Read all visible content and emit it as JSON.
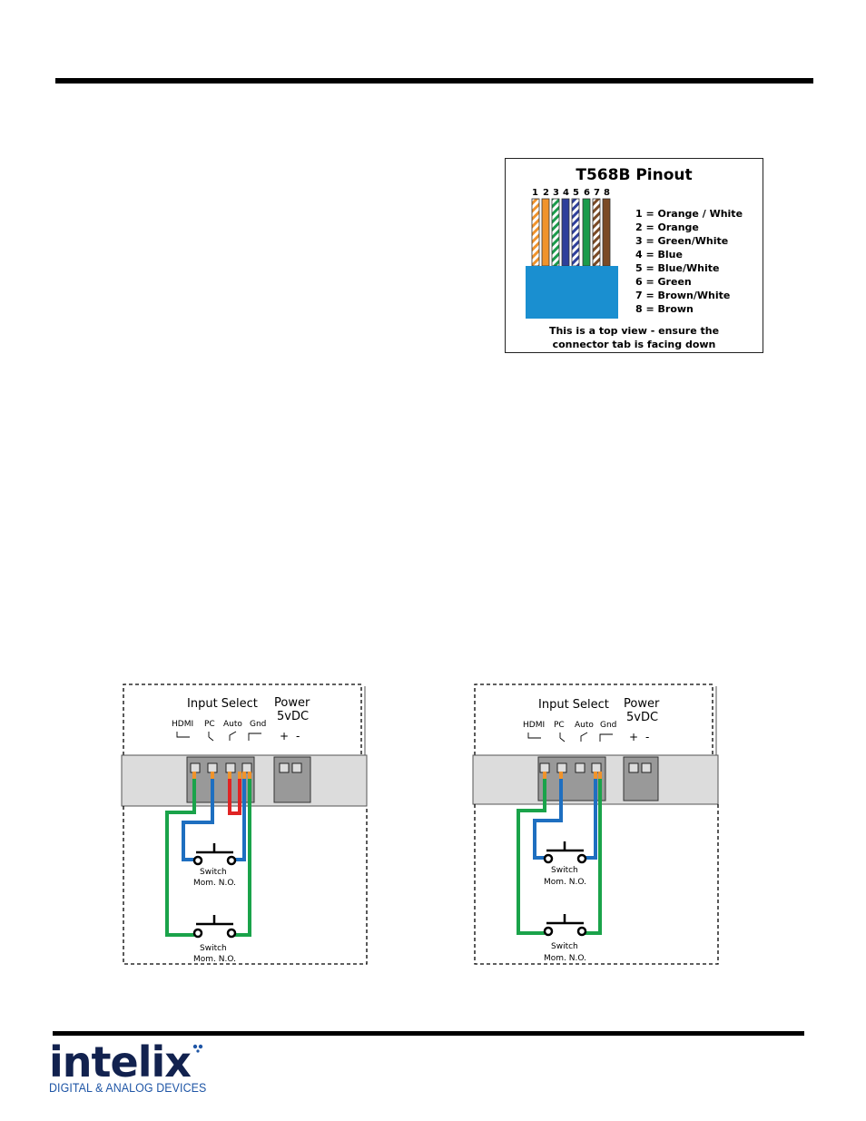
{
  "pinout": {
    "title": "T568B Pinout",
    "pin_numbers": [
      "1",
      "2",
      "3",
      "4",
      "5",
      "6",
      "7",
      "8"
    ],
    "legend": [
      "1 = Orange / White",
      "2 = Orange",
      "3 = Green/White",
      "4 = Blue",
      "5 = Blue/White",
      "6 = Green",
      "7 = Brown/White",
      "8 = Brown"
    ],
    "caption_line1": "This is a top view - ensure the",
    "caption_line2": "connector tab is facing down",
    "colors": {
      "orange": "#f0932b",
      "green": "#1a9b4b",
      "blue": "#2e3f9b",
      "brown": "#7b4a25",
      "plug": "#1a8fd0"
    }
  },
  "diagram_left": {
    "input_select": "Input Select",
    "power": "Power",
    "voltage": "5vDC",
    "terminals": [
      "HDMI",
      "PC",
      "Auto",
      "Gnd"
    ],
    "plus": "+",
    "minus": "-",
    "switch_label": "Switch",
    "switch_type": "Mom. N.O."
  },
  "diagram_right": {
    "input_select": "Input Select",
    "power": "Power",
    "voltage": "5vDC",
    "terminals": [
      "HDMI",
      "PC",
      "Auto",
      "Gnd"
    ],
    "plus": "+",
    "minus": "-",
    "switch_label": "Switch",
    "switch_type": "Mom. N.O."
  },
  "wire_colors": {
    "green": "#1aa34a",
    "blue": "#1e6fc0",
    "red": "#e02424",
    "orange": "#f0932b"
  },
  "logo": {
    "word": "intelix",
    "tagline": "DIGITAL & ANALOG DEVICES",
    "brand_color": "#12224f",
    "accent_color": "#1f56a6"
  }
}
